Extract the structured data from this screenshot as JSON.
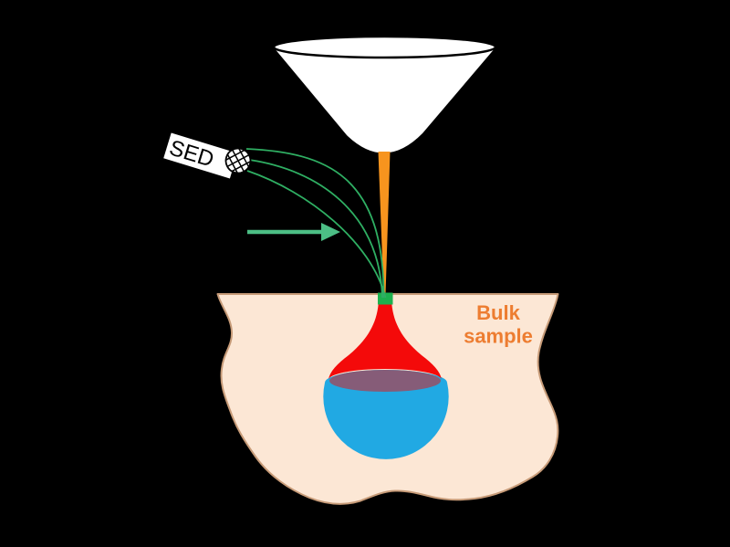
{
  "diagram": {
    "detector_label": "SED",
    "bulk_label_line1": "Bulk",
    "bulk_label_line2": "sample"
  },
  "icons": {
    "detector_grid": "crosshatch-grid-icon",
    "direction_arrow": "right-arrow-icon"
  },
  "colors": {
    "background": "#000000",
    "cone_fill": "#FFFFFF",
    "cone_rim": "#000000",
    "beam": "#F7941E",
    "trajectory": "#2FAF63",
    "arrow": "#4CBE85",
    "impact_spot": "#1CB14E",
    "red_volume": "#F40A0A",
    "blue_volume": "#21A9E3",
    "purple_overlap": "#865C78",
    "sample_fill": "#FCE7D5",
    "sample_border": "#C79B78",
    "bulk_label": "#ED7D31",
    "detector_box_fill": "#FFFFFF",
    "detector_text": "#000000",
    "grid_lines": "#000000"
  }
}
